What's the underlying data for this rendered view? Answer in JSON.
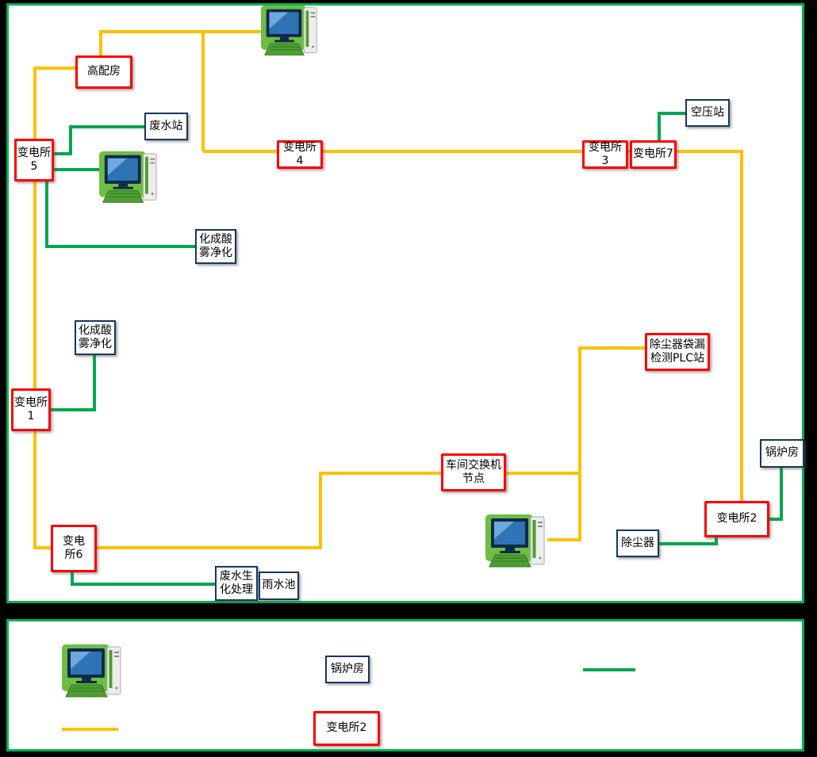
{
  "colors": {
    "page_bg": "#000000",
    "panel_bg": "#FFFFFF",
    "panel_border": "#00B050",
    "substation_box_border": "#FE0000",
    "station_box_border": "#17375E",
    "fiber_line": "#FFC000",
    "green_line": "#00A650"
  },
  "diagram": {
    "nodes": {
      "gaopeifang": {
        "label": "高配房"
      },
      "feishuizhan": {
        "label": "废水站"
      },
      "biandiansuo5": {
        "label": "变电所\n5"
      },
      "biandiansuo4": {
        "label": "变电所4"
      },
      "biandiansuo3": {
        "label": "变电所3"
      },
      "biandiansuo7": {
        "label": "变电所7"
      },
      "kongyazhan": {
        "label": "空压站"
      },
      "huacheng1": {
        "label": "化成酸\n雾净化"
      },
      "huacheng2": {
        "label": "化成酸\n雾净化"
      },
      "biandiansuo1": {
        "label": "变电所\n1"
      },
      "plc": {
        "label": "除尘器袋漏\n检测PLC站"
      },
      "guolufang": {
        "label": "锅炉房"
      },
      "chejian": {
        "label": "车间交换机\n节点"
      },
      "biandiansuo2": {
        "label": "变电所2"
      },
      "chuchenqi": {
        "label": "除尘器"
      },
      "biandiansuo6": {
        "label": "变电\n所6"
      },
      "feishuishenghua": {
        "label": "废水生\n化处理"
      },
      "yushuichi": {
        "label": "雨水池"
      }
    },
    "computer_icon": "workstation-icon"
  },
  "legend": {
    "station_box_label": "锅炉房",
    "substation_box_label": "变电所2",
    "green_line_color": "#00A650",
    "orange_line_color": "#FFC000",
    "computer_icon": "workstation-icon"
  }
}
